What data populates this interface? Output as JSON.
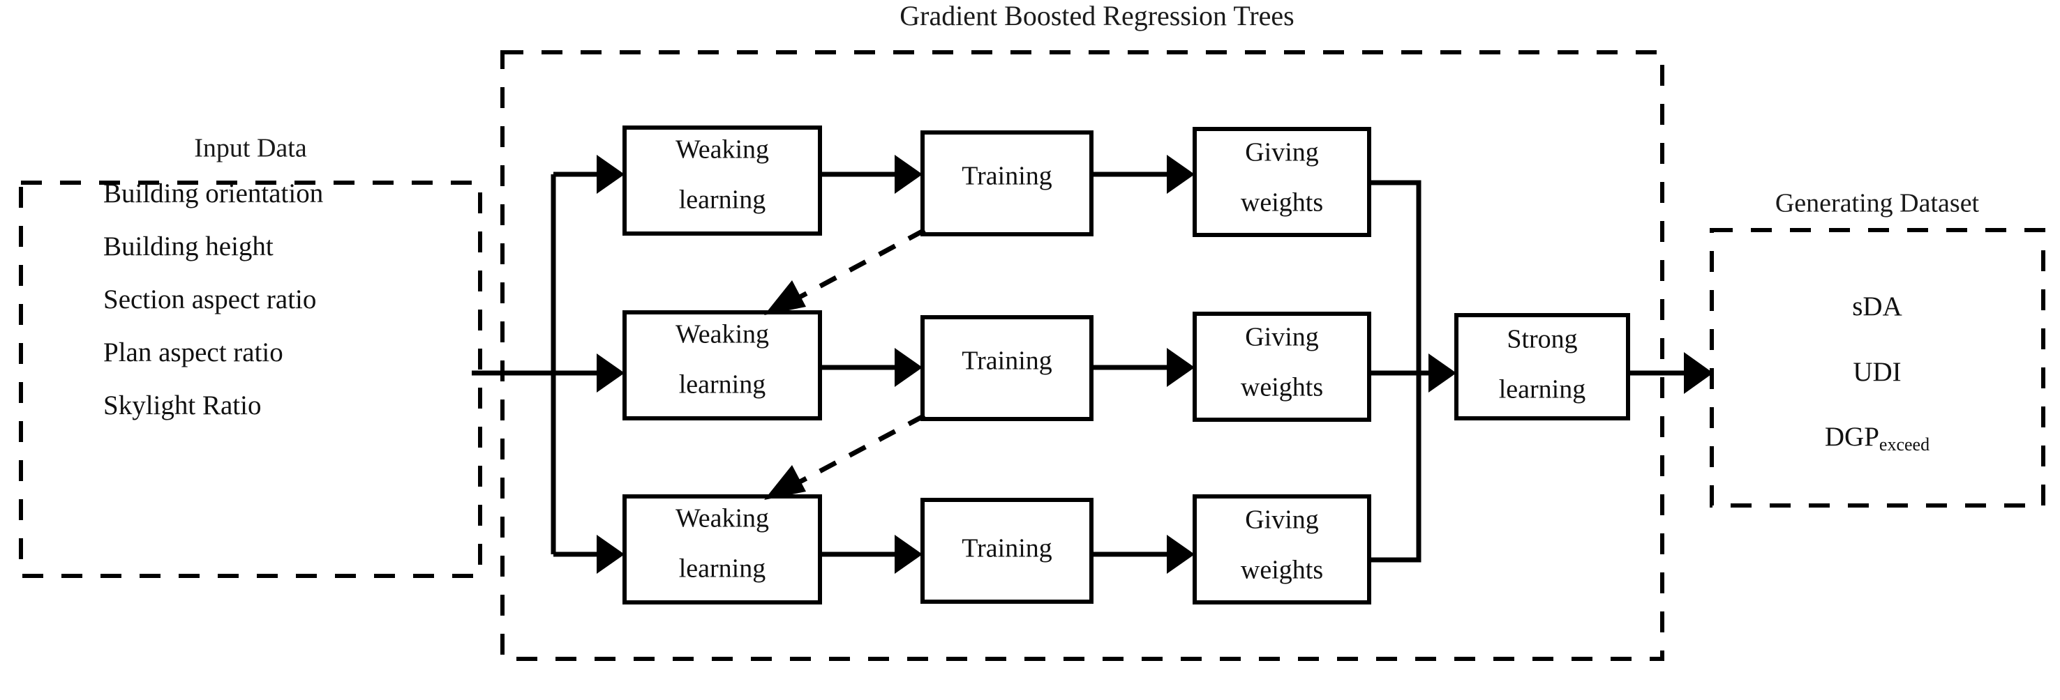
{
  "diagram": {
    "title": "Gradient Boosted Regression Trees",
    "input_panel": {
      "title": "Input Data",
      "items": [
        "Building orientation",
        "Building height",
        "Section aspect ratio",
        "Plan aspect ratio",
        "Skylight Ratio"
      ]
    },
    "output_panel": {
      "title": "Generating  Dataset",
      "items": [
        {
          "label": "sDA",
          "sub": ""
        },
        {
          "label": "UDI",
          "sub": ""
        },
        {
          "label": "DGP",
          "sub": "exceed"
        }
      ]
    },
    "stages": {
      "weak_learning": "Weaking\nlearning",
      "weak_learning_line1": "Weaking",
      "weak_learning_line2": "learning",
      "training": "Training",
      "giving_weights_line1": "Giving",
      "giving_weights_line2": "weights",
      "strong_learning_line1": "Strong",
      "strong_learning_line2": "learning"
    },
    "rows": [
      {
        "weak_line1": "Weaking",
        "weak_line2": "learning",
        "training": "Training",
        "weights_line1": "Giving",
        "weights_line2": "weights"
      },
      {
        "weak_line1": "Weaking",
        "weak_line2": "learning",
        "training": "Training",
        "weights_line1": "Giving",
        "weights_line2": "weights"
      },
      {
        "weak_line1": "Weaking",
        "weak_line2": "learning",
        "training": "Training",
        "weights_line1": "Giving",
        "weights_line2": "weights"
      }
    ],
    "aggregator": {
      "line1": "Strong",
      "line2": "learning"
    },
    "colors": {
      "stroke": "#000000",
      "background": "#ffffff",
      "text": "#111111"
    }
  }
}
